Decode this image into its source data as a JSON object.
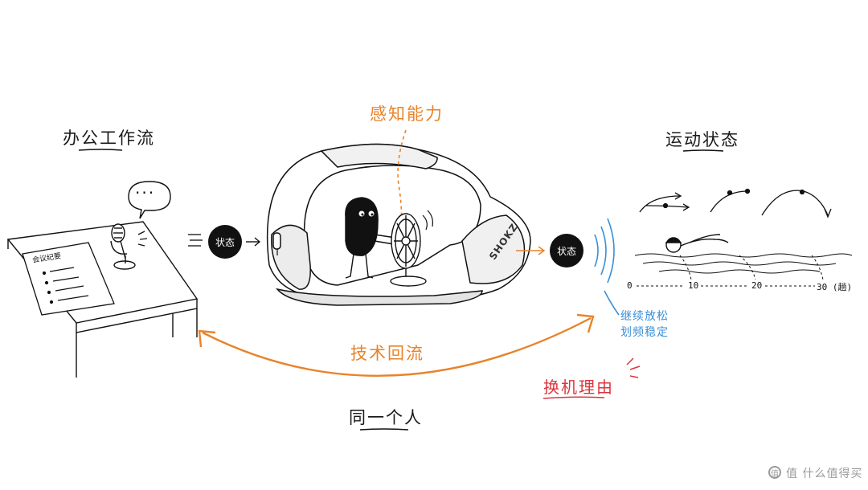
{
  "labels": {
    "office_workflow": "办公工作流",
    "perception": "感知能力",
    "sport_state": "运动状态",
    "tech_backflow": "技术回流",
    "same_person": "同一个人",
    "switch_reason": "换机理由",
    "meeting_notes": "会议纪要",
    "speech_bubble": "···",
    "brand": "SHOKZ",
    "relax_line1": "继续放松",
    "relax_line2": "划频稳定"
  },
  "badges": {
    "state_left": "状态",
    "state_right": "状态"
  },
  "lap_axis": {
    "ticks": [
      "0",
      "10",
      "20",
      "30 (趟)"
    ]
  },
  "watermark": "值 什么值得买",
  "colors": {
    "orange": "#e8832a",
    "blue": "#3a8fd6",
    "red": "#d9363e",
    "ink": "#111111"
  }
}
